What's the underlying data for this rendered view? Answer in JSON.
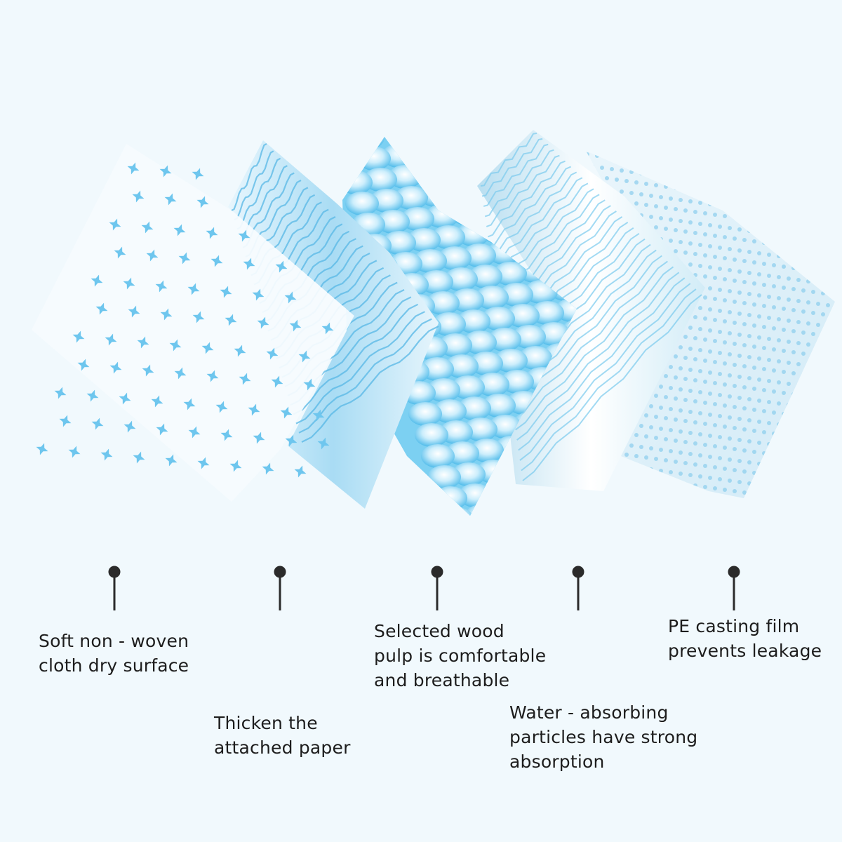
{
  "layers": [
    {
      "id": "nonwoven",
      "label": "Soft non - woven\ncloth dry surface"
    },
    {
      "id": "paper",
      "label": "Thicken the\nattached paper"
    },
    {
      "id": "pulp",
      "label": "Selected wood\npulp is comfortable\nand breathable"
    },
    {
      "id": "sap",
      "label": "Water - absorbing\nparticles have strong\nabsorption"
    },
    {
      "id": "film",
      "label": "PE casting film\nprevents leakage"
    }
  ],
  "colors": {
    "background": "#f1f9fd",
    "accent_blue": "#5ec3ee",
    "light_blue": "#bfe6f8",
    "pin": "#2b2b2b",
    "text": "#1d1d1d"
  }
}
